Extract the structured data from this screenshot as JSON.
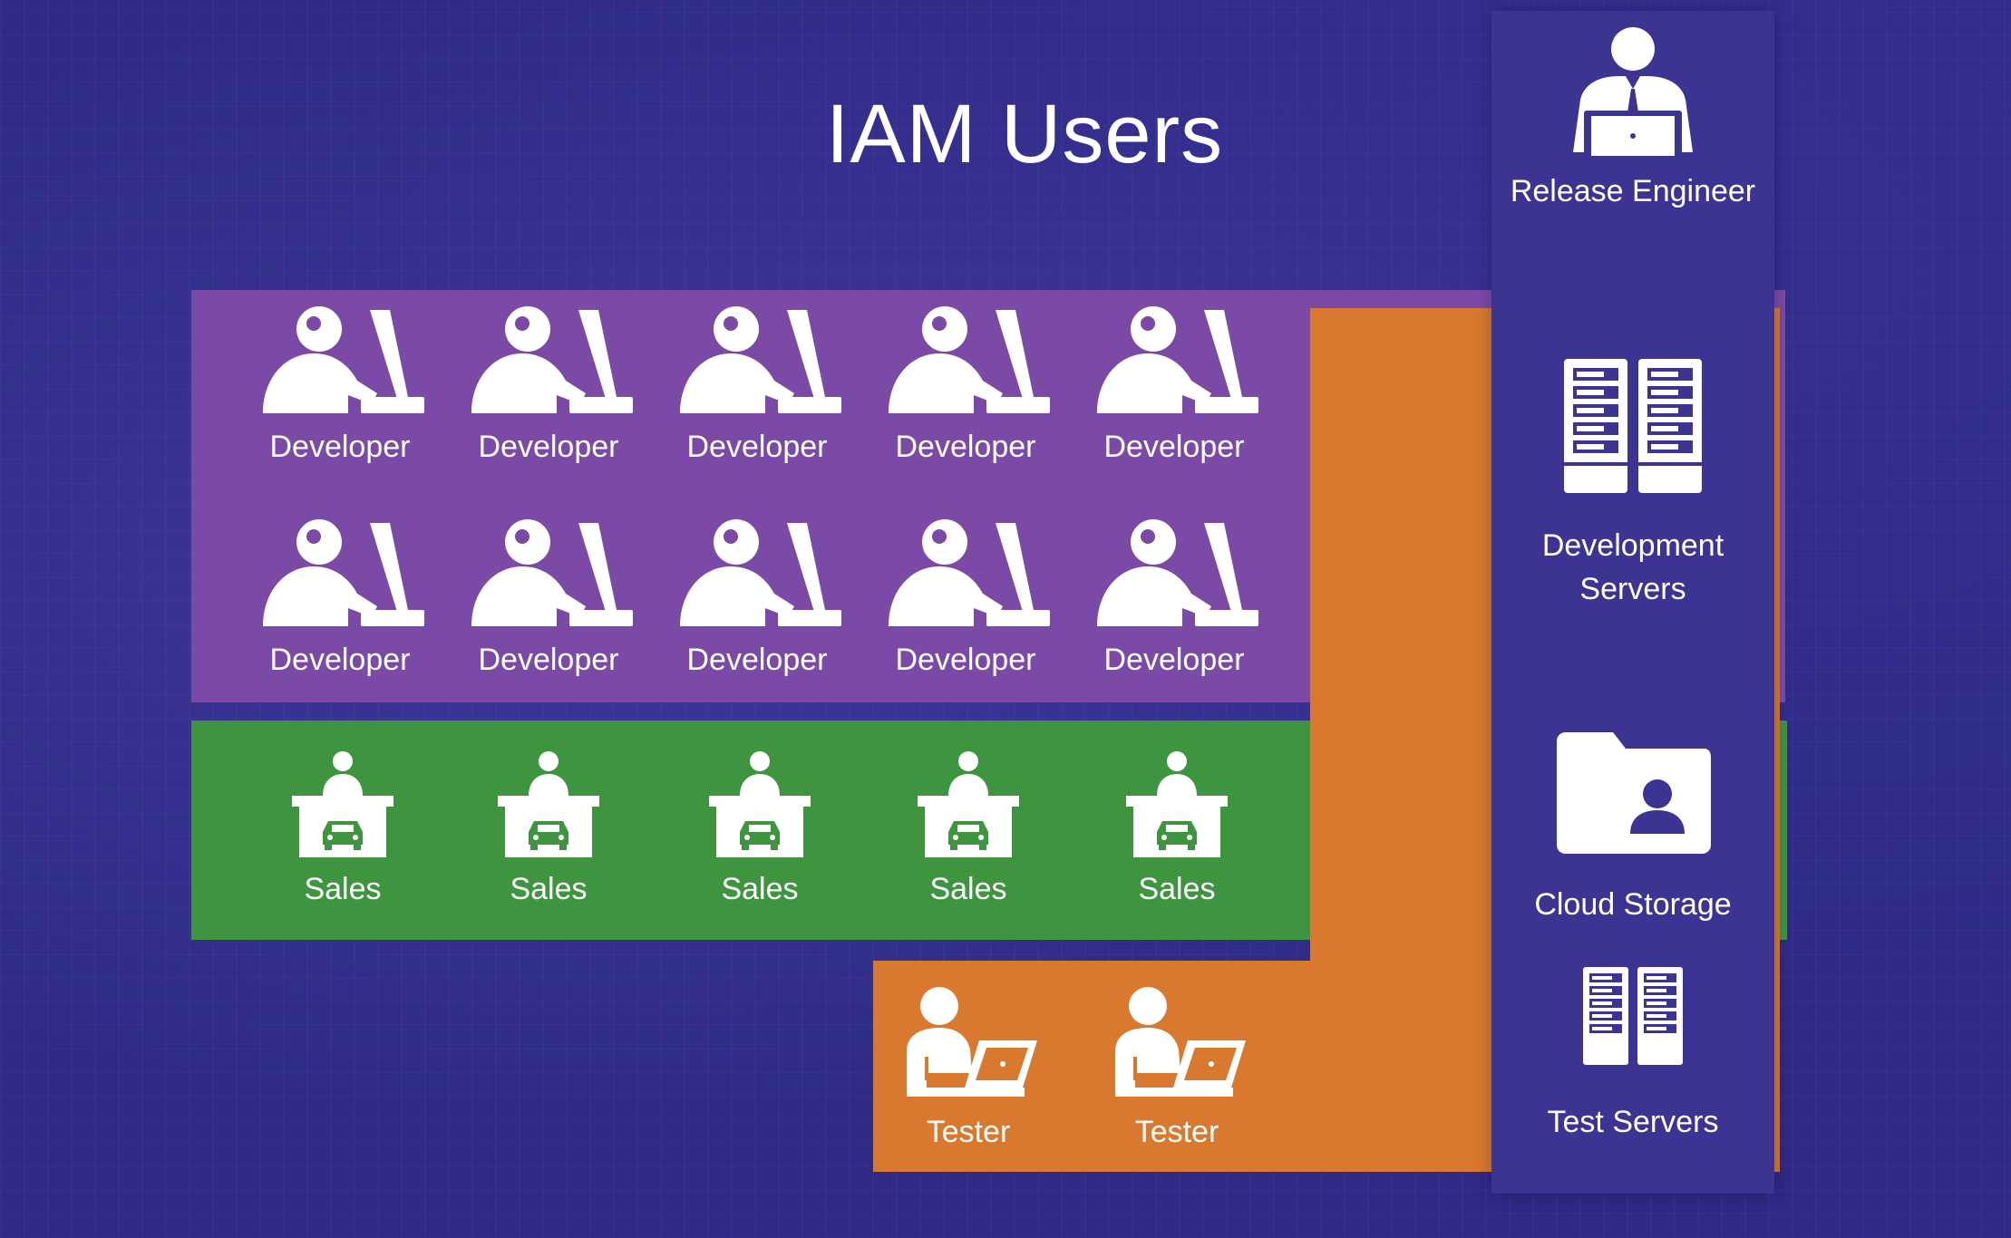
{
  "title": "IAM Users",
  "colors": {
    "background": "#2e2a86",
    "developer_group": "#7b4aa6",
    "sales_group": "#3f9440",
    "tester_group": "#d8792f",
    "release_group": "#3b3493"
  },
  "developers": [
    {
      "label": "Developer"
    },
    {
      "label": "Developer"
    },
    {
      "label": "Developer"
    },
    {
      "label": "Developer"
    },
    {
      "label": "Developer"
    },
    {
      "label": "Developer"
    },
    {
      "label": "Developer"
    },
    {
      "label": "Developer"
    },
    {
      "label": "Developer"
    },
    {
      "label": "Developer"
    }
  ],
  "sales": [
    {
      "label": "Sales"
    },
    {
      "label": "Sales"
    },
    {
      "label": "Sales"
    },
    {
      "label": "Sales"
    },
    {
      "label": "Sales"
    }
  ],
  "testers": [
    {
      "label": "Tester"
    },
    {
      "label": "Tester"
    }
  ],
  "release_engineer": {
    "label": "Release Engineer",
    "icon": "user-laptop-icon"
  },
  "resources": [
    {
      "label": "Development Servers",
      "icon": "server-rack-icon"
    },
    {
      "label": "Cloud Storage",
      "icon": "folder-user-icon"
    },
    {
      "label": "Test Servers",
      "icon": "server-rack-icon"
    }
  ]
}
